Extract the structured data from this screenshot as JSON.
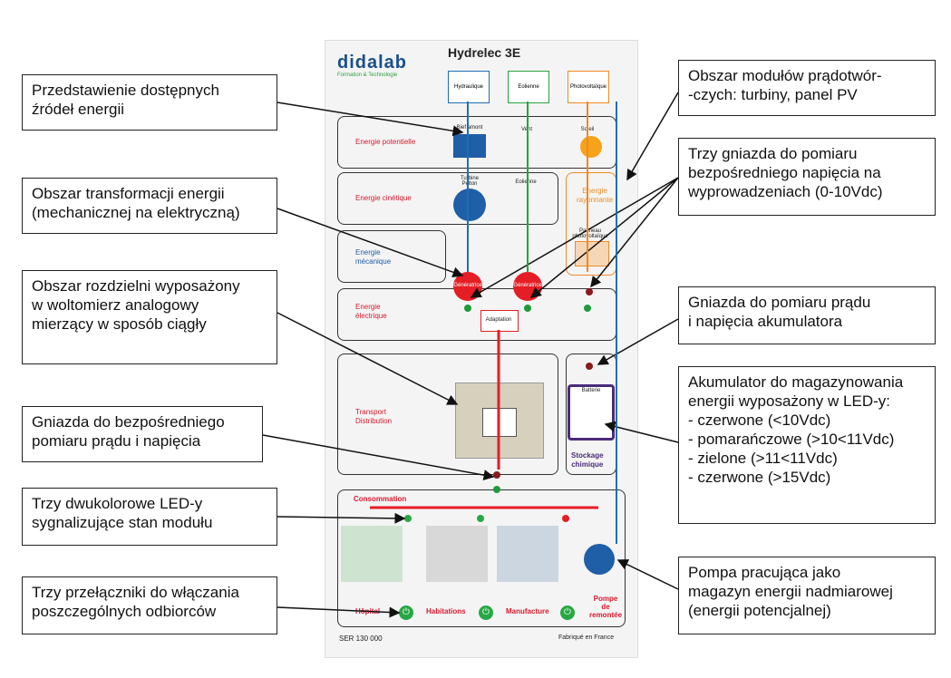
{
  "panel": {
    "brand": "didalab",
    "brand_sub": "Formation & Technologie",
    "model": "Hydrelec 3E",
    "sources": [
      "Hydraulique",
      "Eolienne",
      "Photovoltaïque"
    ],
    "zones": {
      "potential": "Energie potentielle",
      "kinetic": "Energie cinétique",
      "mechanical": "Energie\nmécanique",
      "electrical": "Energie\nélectrique",
      "transport": "Transport\nDistribution",
      "radiant": "Energie\nrayonnante",
      "consumption": "Consommation",
      "storage": "Stockage\nchimique"
    },
    "modules": {
      "upstream": "Bief amont",
      "wind": "Vent",
      "sun": "Soleil",
      "pelton": "Turbine\nPelton",
      "turbine": "Eolienne",
      "pv": "Panneau\nphotovoltaïque",
      "gen1": "Génératrice",
      "gen2": "Génératrice",
      "adaptation": "Adaptation",
      "battery": "Batterie"
    },
    "consumers": [
      "Hôpital",
      "Habitations",
      "Manufacture"
    ],
    "pump": "Pompe\nde\nremontée",
    "serial": "SER 130 000",
    "made_in": "Fabriqué en France"
  },
  "callouts": {
    "sources": "Przedstawienie dostępnych\nźródeł energii",
    "transform": "Obszar transformacji energii\n(mechanicznej na elektryczną)",
    "switchboard": "Obszar rozdzielni wyposażony\nw woltomierz analogowy\nmierzący w sposób ciągły",
    "direct_measure": "Gniazda do bezpośredniego\npomiaru prądu i napięcia",
    "leds": "Trzy dwukolorowe LED-y\nsygnalizujące stan modułu",
    "switches": "Trzy przełączniki do włączania\nposzczególnych odbiorców",
    "generators_area": "Obszar modułów prądotwór-\n-czych: turbiny, panel PV",
    "three_sockets": "Trzy gniazda do pomiaru\nbezpośredniego napięcia na\nwyprowadzeniach (0-10Vdc)",
    "battery_sockets": "Gniazda do pomiaru prądu\ni napięcia akumulatora",
    "accumulator": "Akumulator do magazynowania\nenergii wyposażony w LED-y:\n- czerwone (<10Vdc)\n- pomarańczowe (>10<11Vdc)\n- zielone (>11<11Vdc)\n- czerwone (>15Vdc)",
    "pump": "Pompa pracująca jako\nmagazyn energii nadmiarowej\n(energii potencjalnej)"
  },
  "colors": {
    "hydro": "#1f6fb0",
    "wind": "#2aa140",
    "solar": "#f08a24",
    "electric": "#e51e25",
    "storage": "#4b2c7a"
  }
}
